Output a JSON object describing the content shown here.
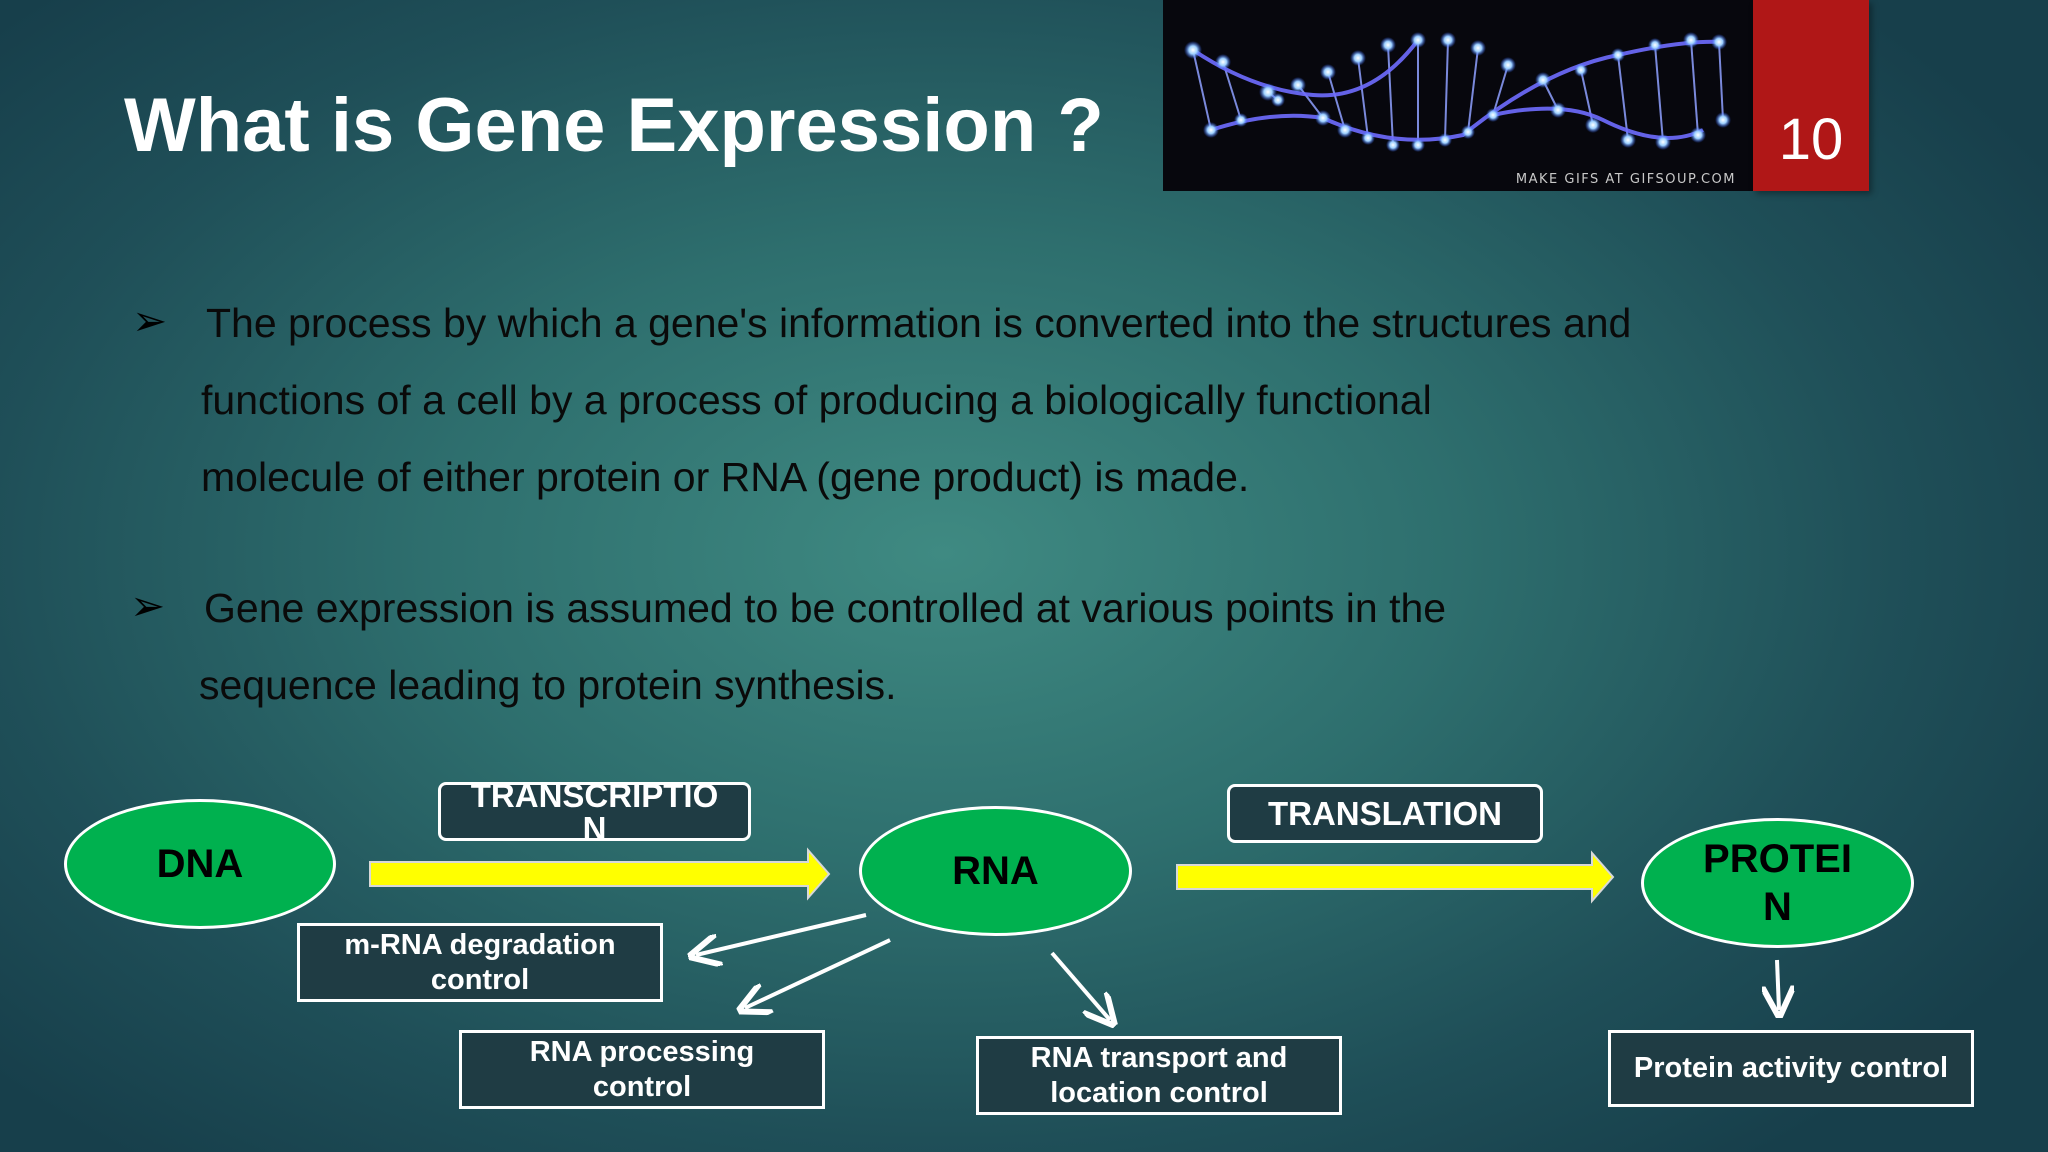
{
  "slide": {
    "title": "What is Gene Expression ?",
    "page_number": "10",
    "banner_credit": "MAKE GIFS AT GIFSOUP.COM"
  },
  "bullets": [
    {
      "lines": [
        "The process by which a gene's information is converted into the structures and",
        "functions of a cell by a process of producing a biologically functional",
        "molecule of either protein or RNA (gene product) is made."
      ]
    },
    {
      "lines": [
        "Gene expression is assumed to be controlled at various points in the",
        "sequence leading to protein synthesis."
      ]
    }
  ],
  "diagram": {
    "nodes": {
      "dna": "DNA",
      "rna": "RNA",
      "protein": [
        "PROTEI",
        "N"
      ]
    },
    "processes": {
      "transcription": [
        "TRANSCRIPTIO",
        "N"
      ],
      "translation": "TRANSLATION"
    },
    "controls": {
      "mrna_degradation": [
        "m-RNA degradation",
        "control"
      ],
      "rna_processing": [
        "RNA processing",
        "control"
      ],
      "rna_transport": [
        "RNA transport and",
        "location control"
      ],
      "protein_activity": "Protein activity control"
    },
    "colors": {
      "node_fill": "#00b14f",
      "flow_arrow": "#ffff00",
      "label_box": "#1f3c44",
      "page_number_bg": "#b01717"
    }
  }
}
